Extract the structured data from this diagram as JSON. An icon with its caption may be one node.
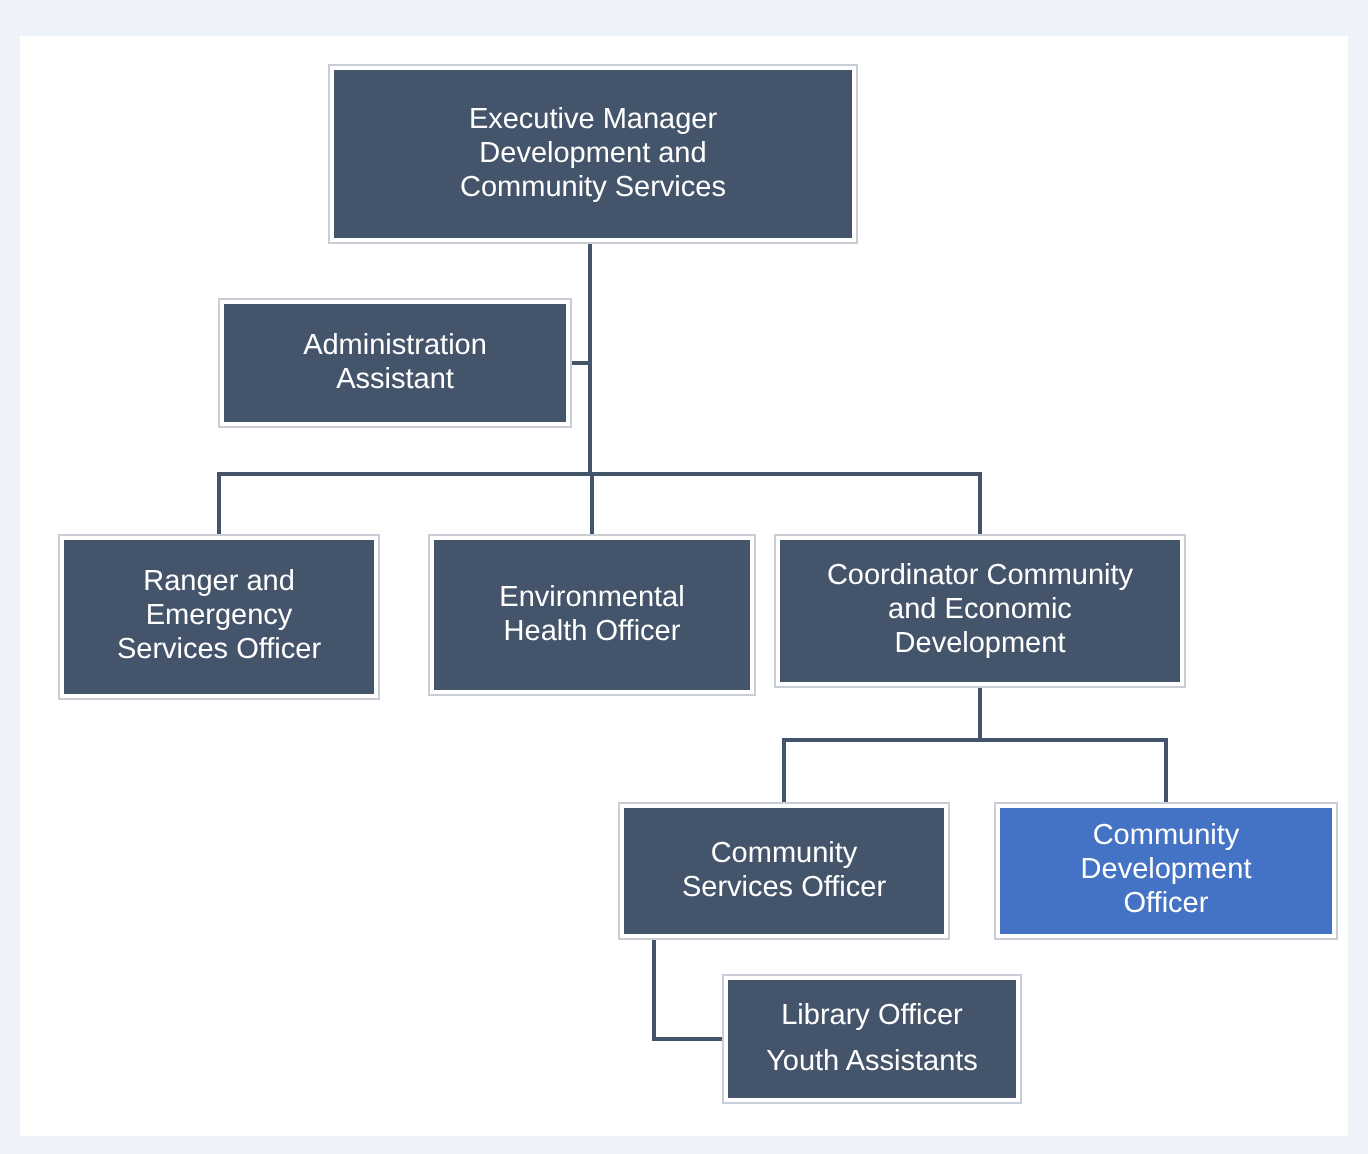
{
  "diagram": {
    "nodes": [
      {
        "text": [
          "Executive Manager Development and Community Services"
        ]
      },
      {
        "text": [
          "Administration Assistant"
        ]
      },
      {
        "text": [
          "Ranger and Emergency Services Officer"
        ]
      },
      {
        "text": [
          "Environmental Health Officer"
        ]
      },
      {
        "text": [
          "Coordinator Community and Economic Development"
        ]
      },
      {
        "text": [
          "Community Services Officer"
        ]
      },
      {
        "text": [
          "Community Development Officer"
        ]
      },
      {
        "text": [
          "Library Officer",
          "Youth Assistants"
        ]
      }
    ],
    "edges": [
      {
        "from": 0,
        "to": 1,
        "arrow": "none"
      },
      {
        "from": 0,
        "to": 2,
        "arrow": "none"
      },
      {
        "from": 0,
        "to": 3,
        "arrow": "none"
      },
      {
        "from": 0,
        "to": 4,
        "arrow": "none"
      },
      {
        "from": 4,
        "to": 5,
        "arrow": "none"
      },
      {
        "from": 4,
        "to": 6,
        "arrow": "none"
      },
      {
        "from": 5,
        "to": 7,
        "arrow": "none"
      }
    ]
  }
}
